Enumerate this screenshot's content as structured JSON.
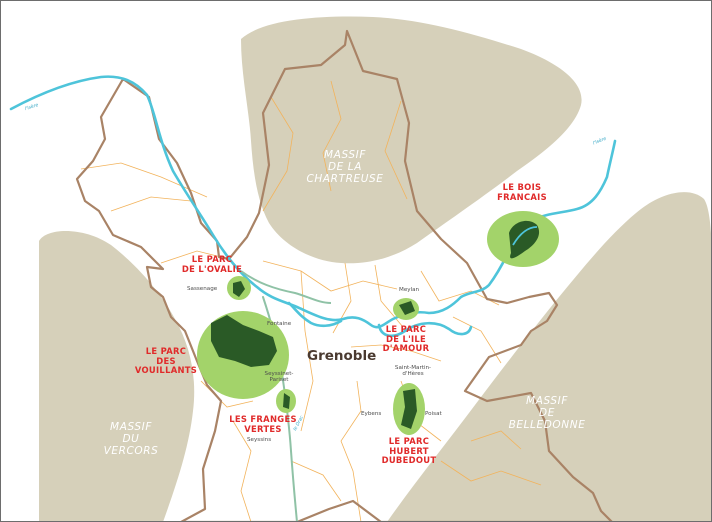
{
  "city": "Grenoble",
  "massifs": {
    "chartreuse": "MASSIF\nDE LA\nCHARTREUSE",
    "vercors": "MASSIF\nDU\nVERCORS",
    "belledonne": "MASSIF\nDE\nBELLEDONNE"
  },
  "parks": {
    "ovalie": "LE PARC\nDE L'OVALIE",
    "vouillants": "LE PARC\nDES VOUILLANTS",
    "franges_vertes": "LES FRANGES\nVERTES",
    "ile_amour": "LE PARC\nDE L'ILE D'AMOUR",
    "hubert_dubedout": "LE PARC\nHUBERT DUBEDOUT",
    "bois_francais": "LE BOIS\nFRANCAIS"
  },
  "towns": {
    "sassenage": "Sassenage",
    "fontaine": "Fontaine",
    "seyssinet": "Seyssinet-\nPariset",
    "seyssins": "Seyssins",
    "meylan": "Meylan",
    "saint_martin": "Saint-Martin-\nd'Hères",
    "eybens": "Eybens",
    "poisat": "Poisat"
  },
  "rivers": {
    "isere": "l'Isère",
    "drac": "le Drac"
  },
  "colors": {
    "massif": "#d6d0ba",
    "boundary": "#a98366",
    "commune_line": "#f2b35c",
    "river": "#4ec4da",
    "park_light": "#a3d36a",
    "park_dark": "#2a5a26",
    "park_label": "#e02a2a"
  }
}
